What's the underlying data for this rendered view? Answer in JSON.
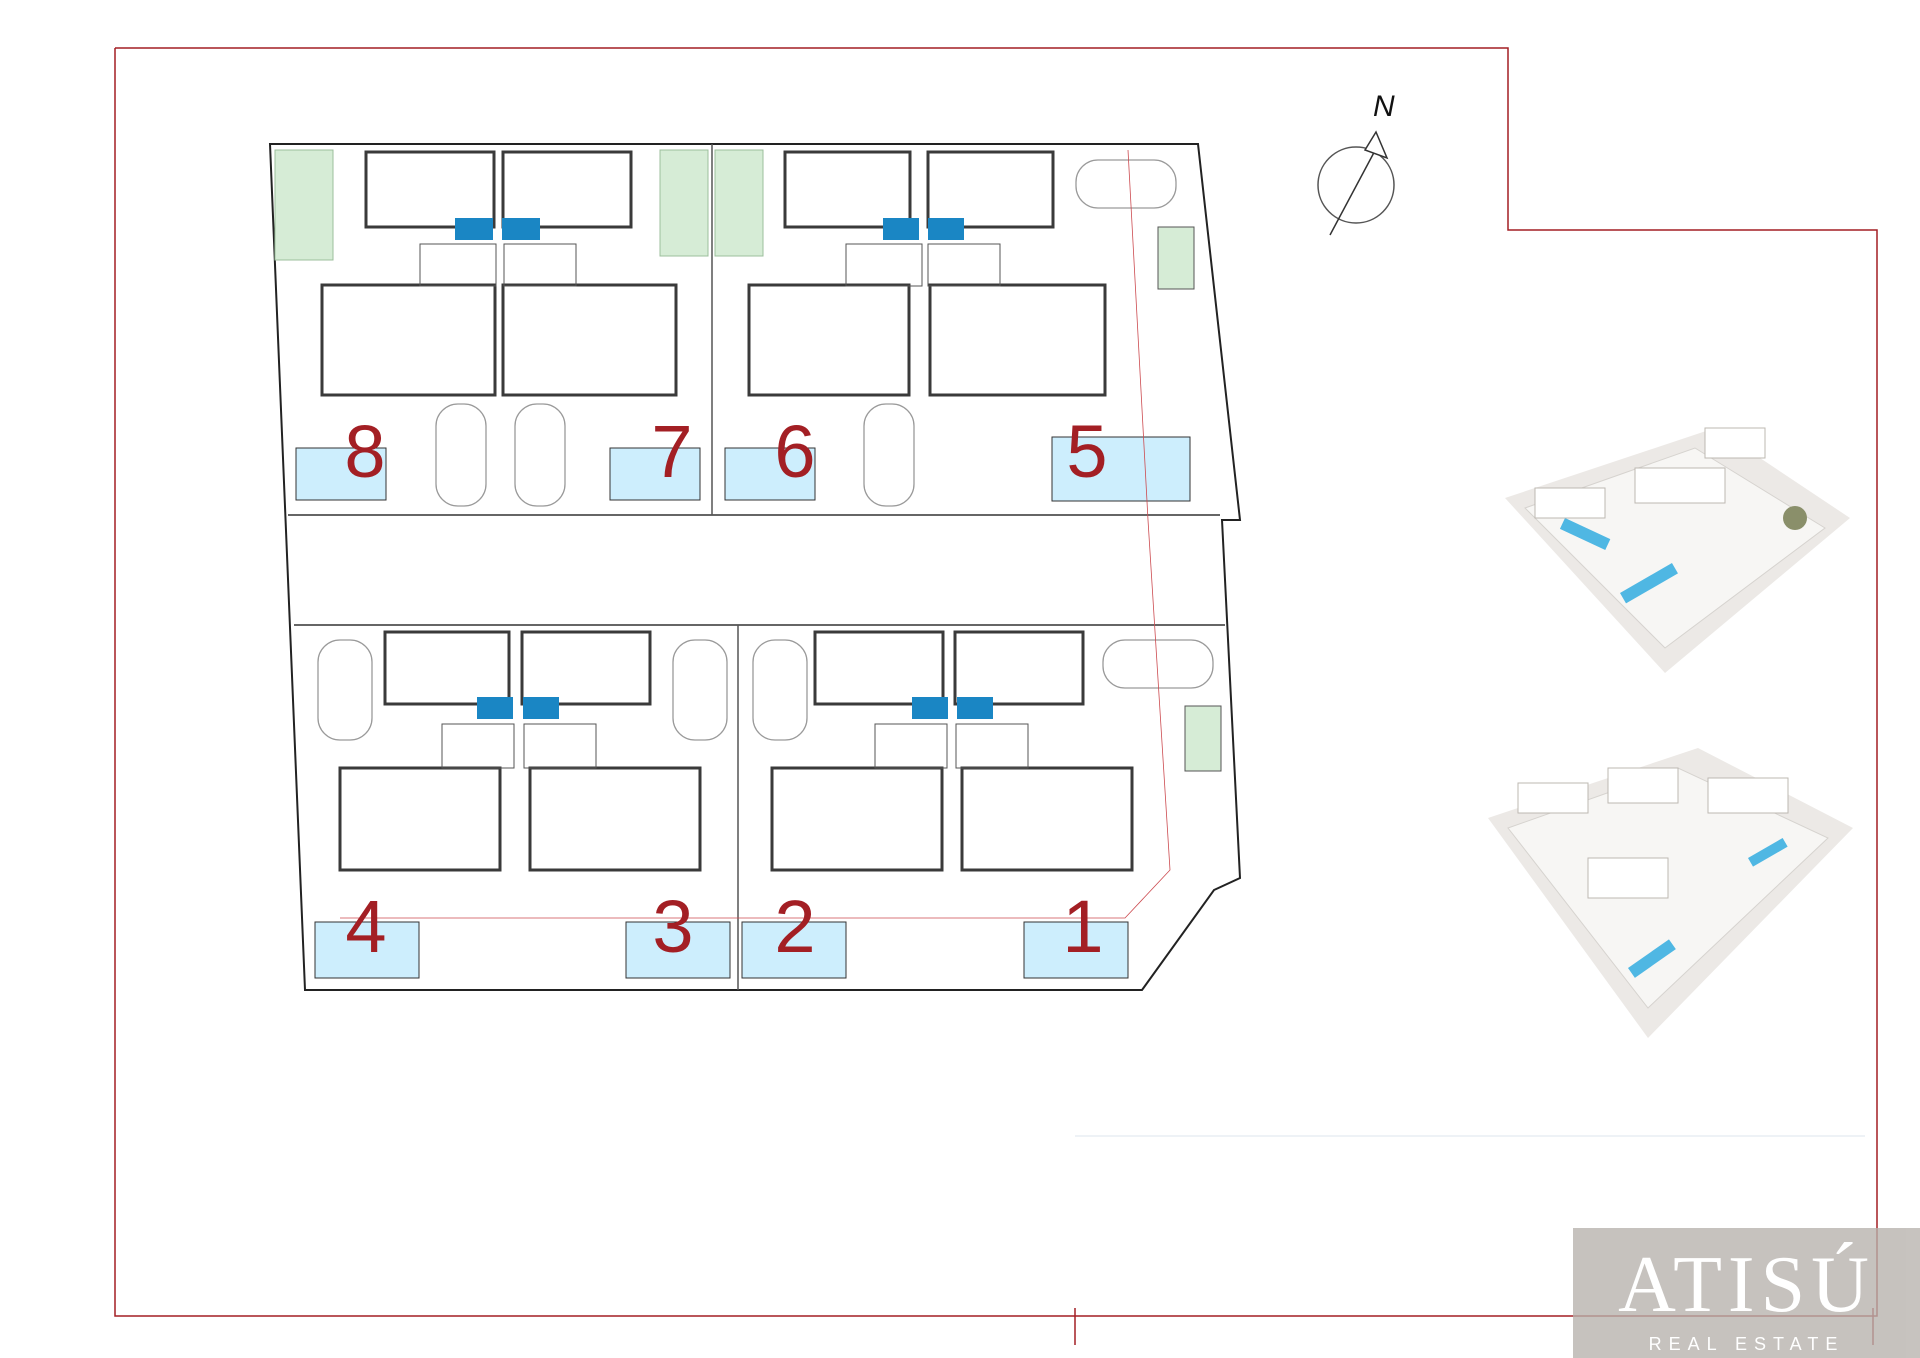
{
  "north": {
    "label": "N"
  },
  "units": [
    {
      "label": "8"
    },
    {
      "label": "7"
    },
    {
      "label": "6"
    },
    {
      "label": "5"
    },
    {
      "label": "4"
    },
    {
      "label": "3"
    },
    {
      "label": "2"
    },
    {
      "label": "1"
    }
  ],
  "watermark": {
    "title": "ATISÚ",
    "subtitle": "REAL ESTATE"
  },
  "colors": {
    "boundary": "#a31f24",
    "pool": "#cdeefd",
    "garden": "#d6ecd6",
    "accent_blue": "#1a9ad6",
    "wall": "#333333",
    "label": "#a31f24"
  }
}
